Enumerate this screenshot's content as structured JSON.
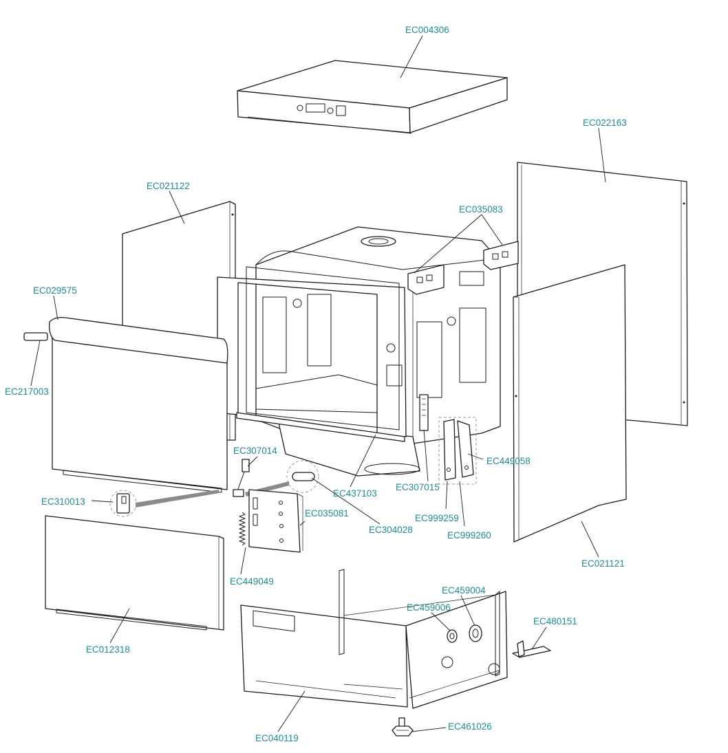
{
  "diagram": {
    "parts": [
      {
        "id": "top_cover",
        "label": "EC004306"
      },
      {
        "id": "right_rear_panel",
        "label": "EC022163"
      },
      {
        "id": "left_side_panel",
        "label": "EC021122"
      },
      {
        "id": "hinge_brackets",
        "label": "EC035083"
      },
      {
        "id": "door_handle_trim",
        "label": "EC029575"
      },
      {
        "id": "handle_cap",
        "label": "EC217003"
      },
      {
        "id": "door_switch",
        "label": "EC307014"
      },
      {
        "id": "door_catch",
        "label": "EC310013"
      },
      {
        "id": "tank_gasket",
        "label": "EC437103"
      },
      {
        "id": "level_sensor",
        "label": "EC307015"
      },
      {
        "id": "hinge_plate_1",
        "label": "EC999259"
      },
      {
        "id": "hinge_plate_2",
        "label": "EC999260"
      },
      {
        "id": "hinge_spring",
        "label": "EC449058"
      },
      {
        "id": "mount_plate",
        "label": "EC035081"
      },
      {
        "id": "magnet",
        "label": "EC304028"
      },
      {
        "id": "door_spring",
        "label": "EC449049"
      },
      {
        "id": "right_side_panel",
        "label": "EC021121"
      },
      {
        "id": "lower_front_panel",
        "label": "EC012318"
      },
      {
        "id": "grommet_large",
        "label": "EC459004"
      },
      {
        "id": "grommet_small",
        "label": "EC459006"
      },
      {
        "id": "foot_bracket",
        "label": "EC480151"
      },
      {
        "id": "base_frame",
        "label": "EC040119"
      },
      {
        "id": "adjustable_foot",
        "label": "EC461026"
      }
    ]
  }
}
